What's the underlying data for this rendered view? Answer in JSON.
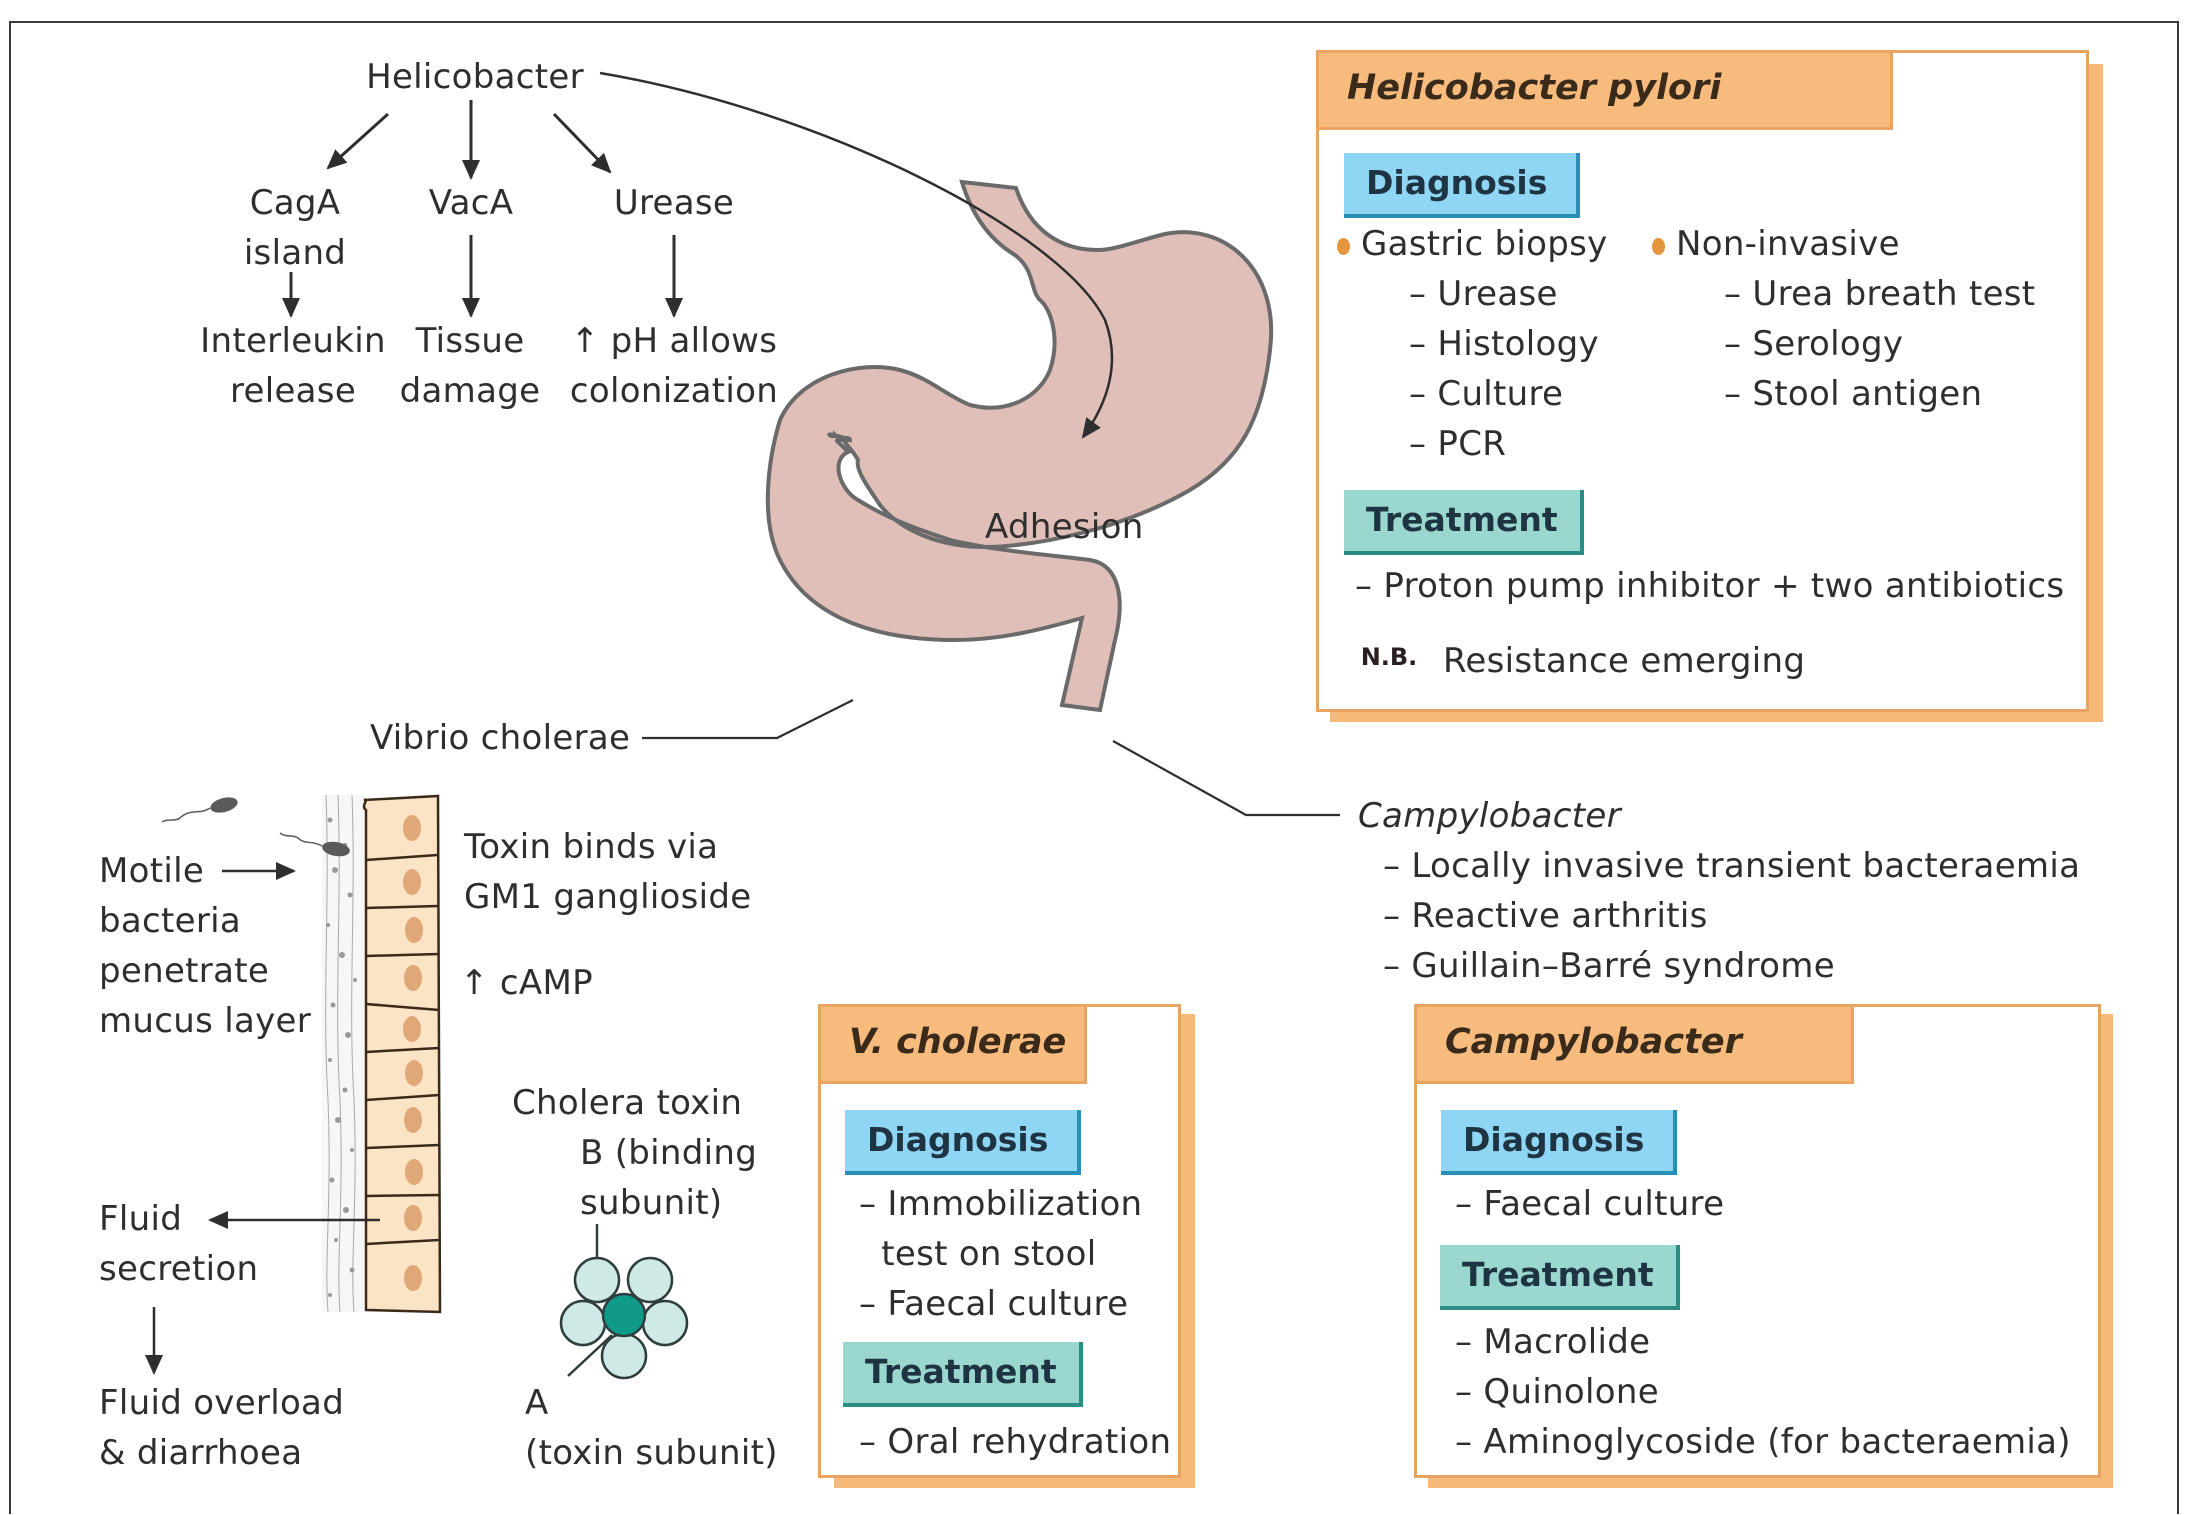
{
  "pathway": {
    "root": "Helicobacter",
    "branches": [
      {
        "factor": [
          "CagA",
          "island"
        ],
        "effect": [
          "Interleukin",
          "release"
        ]
      },
      {
        "factor": [
          "VacA"
        ],
        "effect": [
          "Tissue",
          "damage"
        ]
      },
      {
        "factor": [
          "Urease"
        ],
        "effect": [
          "↑ pH allows",
          "colonization"
        ]
      }
    ]
  },
  "stomach": {
    "label": "Adhesion",
    "vibrio_label": "Vibrio cholerae",
    "campylobacter_label": "Campylobacter",
    "campylobacter_effects": [
      "– Locally invasive  transient bacteraemia",
      "– Reactive arthritis",
      "– Guillain–Barré syndrome"
    ]
  },
  "cholera_mechanism": {
    "motile": [
      "Motile",
      "bacteria",
      "penetrate",
      "mucus layer"
    ],
    "toxin_binds": [
      "Toxin binds via",
      "GM1 ganglioside"
    ],
    "camp": "↑ cAMP",
    "fluid": [
      "Fluid",
      "secretion"
    ],
    "outcome": [
      "Fluid overload",
      "& diarrhoea"
    ],
    "toxin_title": [
      "Cholera toxin",
      "B (binding",
      "subunit)"
    ],
    "toxin_a": [
      "A",
      "(toxin subunit)"
    ]
  },
  "h_pylori_box": {
    "title": "Helicobacter pylori",
    "diagnosis_label": "Diagnosis",
    "col1_head": "Gastric biopsy",
    "col1_items": [
      "– Urease",
      "– Histology",
      "– Culture",
      "– PCR"
    ],
    "col2_head": "Non-invasive",
    "col2_items": [
      "– Urea breath test",
      "– Serology",
      "– Stool antigen"
    ],
    "treatment_label": "Treatment",
    "treatment_items": [
      "– Proton pump inhibitor + two antibiotics"
    ],
    "nb_label": "N.B.",
    "nb_text": "Resistance emerging"
  },
  "v_cholerae_box": {
    "title": "V. cholerae",
    "diagnosis_label": "Diagnosis",
    "diagnosis_items": [
      "– Immobilization",
      "  test on stool",
      "– Faecal culture"
    ],
    "treatment_label": "Treatment",
    "treatment_items": [
      "– Oral rehydration"
    ]
  },
  "campylobacter_box": {
    "title": "Campylobacter",
    "diagnosis_label": "Diagnosis",
    "diagnosis_items": [
      "– Faecal culture"
    ],
    "treatment_label": "Treatment",
    "treatment_items": [
      "– Macrolide",
      "– Quinolone",
      "– Aminoglycoside (for bacteraemia)"
    ]
  },
  "colors": {
    "box_header": "#f7bb7e",
    "box_border": "#e8a460",
    "diagnosis_tag": "#8fd6f4",
    "treatment_tag": "#9ad7cf",
    "stomach_fill": "#dfbfb8",
    "cell_fill": "#fbe3c6",
    "toxin_b": "#cfeae6",
    "toxin_a": "#0f9a8a"
  }
}
